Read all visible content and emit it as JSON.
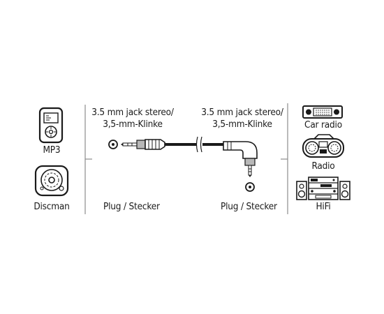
{
  "devices_left": {
    "mp3_label": "MP3",
    "discman_label": "Discman",
    "mp3_icon": "mp3-player-icon",
    "discman_icon": "discman-icon"
  },
  "plug_left": {
    "line1": "3.5 mm jack stereo/",
    "line2": "3,5-mm-Klinke",
    "type_label": "Plug / Stecker"
  },
  "plug_right": {
    "line1": "3.5 mm jack stereo/",
    "line2": "3,5-mm-Klinke",
    "type_label": "Plug / Stecker"
  },
  "devices_right": {
    "car_radio_label": "Car radio",
    "radio_label": "Radio",
    "hifi_label": "HiFi",
    "car_radio_icon": "car-radio-icon",
    "radio_icon": "boombox-icon",
    "hifi_icon": "hifi-system-icon"
  },
  "colors": {
    "ink": "#1a1a1a",
    "bracket": "#8c8c8c",
    "plug_metal": "#b8b8b8"
  }
}
